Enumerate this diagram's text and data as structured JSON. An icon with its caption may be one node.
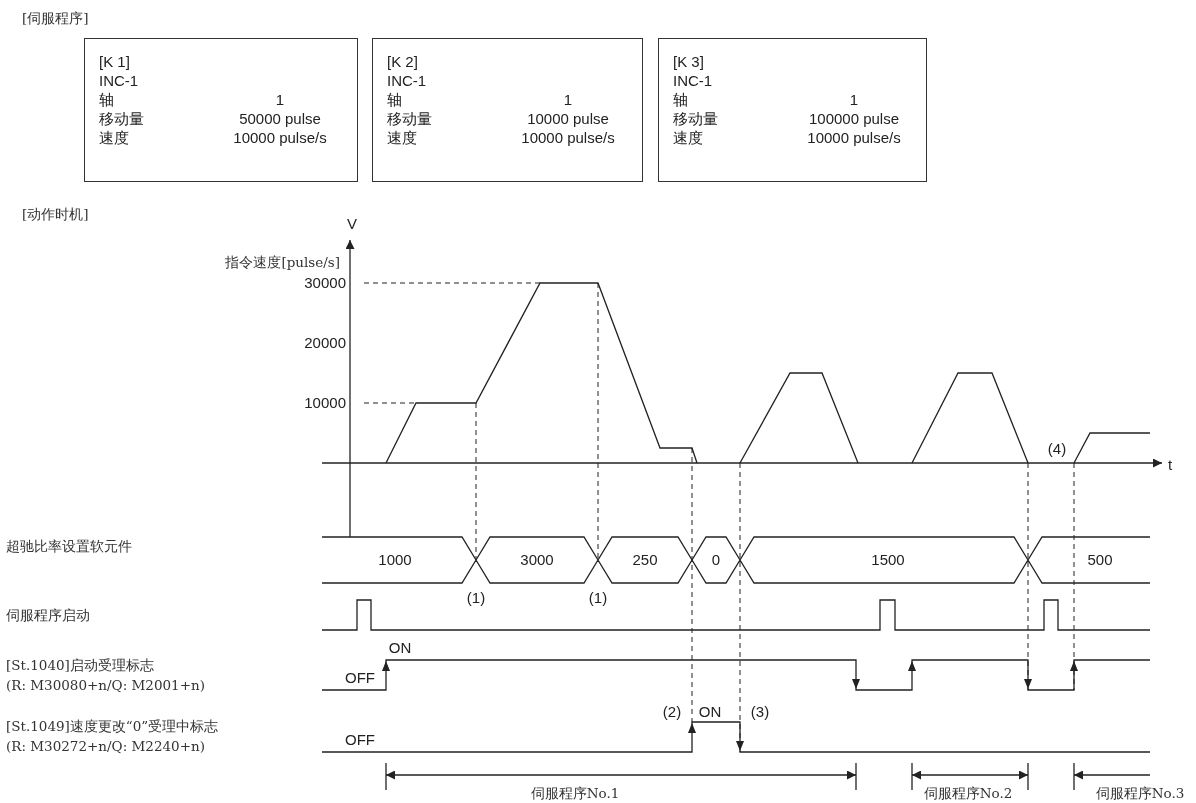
{
  "diagram": {
    "nodes": [
      {
        "text": [
          "[K 1]",
          "INC-1",
          "轴",
          "1",
          "移动量",
          "50000 pulse",
          "速度",
          "10000 pulse/s"
        ]
      },
      {
        "text": [
          "[K 2]",
          "INC-1",
          "轴",
          "1",
          "移动量",
          "10000 pulse",
          "速度",
          "10000 pulse/s"
        ]
      },
      {
        "text": [
          "[K 3]",
          "INC-1",
          "轴",
          "1",
          "移动量",
          "100000 pulse",
          "速度",
          "10000 pulse/s"
        ]
      }
    ],
    "labels": [
      "[伺服程序]",
      "[动作时机]",
      "V",
      "指令速度[pulse/s]",
      "30000",
      "20000",
      "10000",
      "t",
      "(4)",
      "超驰比率设置软元件",
      "1000",
      "3000",
      "250",
      "0",
      "1500",
      "500",
      "(1)",
      "(1)",
      "伺服程序启动",
      "[St.1040]启动受理标志 (R: M30080+n/Q: M2001+n)",
      "ON",
      "OFF",
      "[St.1049]速度更改“0”受理中标志 (R: M30272+n/Q: M2240+n)",
      "(2)",
      "ON",
      "(3)",
      "OFF",
      "伺服程序No.1",
      "伺服程序No.2",
      "伺服程序No.3"
    ]
  }
}
